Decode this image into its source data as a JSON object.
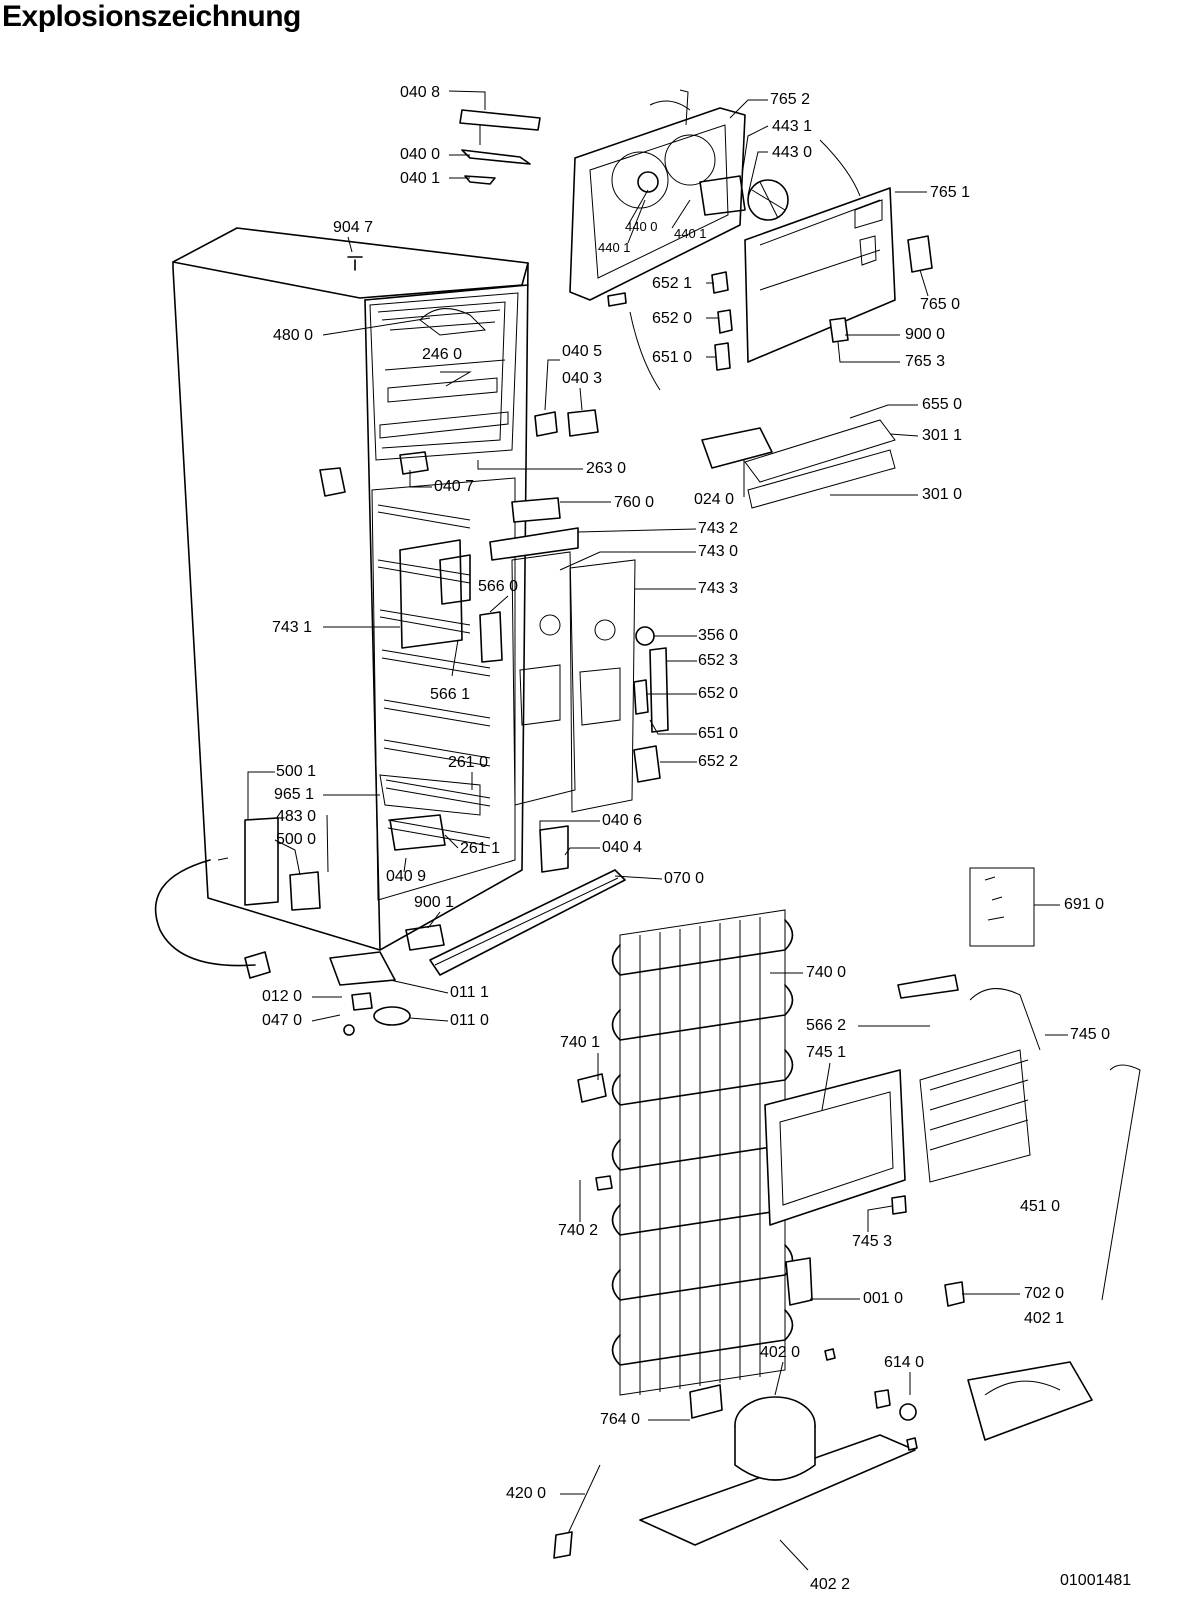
{
  "title": "Explosionszeichnung",
  "document_number": "01001481",
  "part_labels": [
    {
      "id": "040_8",
      "text": "040 8"
    },
    {
      "id": "040_0",
      "text": "040 0"
    },
    {
      "id": "040_1",
      "text": "040 1"
    },
    {
      "id": "765_2",
      "text": "765 2"
    },
    {
      "id": "443_1",
      "text": "443 1"
    },
    {
      "id": "443_0",
      "text": "443 0"
    },
    {
      "id": "765_1",
      "text": "765 1"
    },
    {
      "id": "440_0",
      "text": "440 0"
    },
    {
      "id": "440_1a",
      "text": "440 1"
    },
    {
      "id": "440_1b",
      "text": "440 1"
    },
    {
      "id": "904_7",
      "text": "904 7"
    },
    {
      "id": "652_1",
      "text": "652 1"
    },
    {
      "id": "765_0",
      "text": "765 0"
    },
    {
      "id": "652_0a",
      "text": "652 0"
    },
    {
      "id": "900_0",
      "text": "900 0"
    },
    {
      "id": "480_0",
      "text": "480 0"
    },
    {
      "id": "651_0a",
      "text": "651 0"
    },
    {
      "id": "765_3",
      "text": "765 3"
    },
    {
      "id": "040_5",
      "text": "040 5"
    },
    {
      "id": "246_0",
      "text": "246 0"
    },
    {
      "id": "040_3",
      "text": "040 3"
    },
    {
      "id": "655_0",
      "text": "655 0"
    },
    {
      "id": "301_1",
      "text": "301 1"
    },
    {
      "id": "263_0",
      "text": "263 0"
    },
    {
      "id": "040_7",
      "text": "040 7"
    },
    {
      "id": "024_0",
      "text": "024 0"
    },
    {
      "id": "301_0",
      "text": "301 0"
    },
    {
      "id": "760_0",
      "text": "760 0"
    },
    {
      "id": "743_2",
      "text": "743 2"
    },
    {
      "id": "743_0",
      "text": "743 0"
    },
    {
      "id": "566_0",
      "text": "566 0"
    },
    {
      "id": "743_3",
      "text": "743 3"
    },
    {
      "id": "743_1",
      "text": "743 1"
    },
    {
      "id": "356_0",
      "text": "356 0"
    },
    {
      "id": "652_3",
      "text": "652 3"
    },
    {
      "id": "566_1",
      "text": "566 1"
    },
    {
      "id": "652_0b",
      "text": "652 0"
    },
    {
      "id": "651_0b",
      "text": "651 0"
    },
    {
      "id": "261_0",
      "text": "261 0"
    },
    {
      "id": "652_2",
      "text": "652 2"
    },
    {
      "id": "500_1",
      "text": "500 1"
    },
    {
      "id": "965_1",
      "text": "965 1"
    },
    {
      "id": "483_0",
      "text": "483 0"
    },
    {
      "id": "040_6",
      "text": "040 6"
    },
    {
      "id": "500_0",
      "text": "500 0"
    },
    {
      "id": "261_1",
      "text": "261 1"
    },
    {
      "id": "040_4",
      "text": "040 4"
    },
    {
      "id": "040_9",
      "text": "040 9"
    },
    {
      "id": "070_0",
      "text": "070 0"
    },
    {
      "id": "691_0",
      "text": "691 0"
    },
    {
      "id": "900_1",
      "text": "900 1"
    },
    {
      "id": "740_0",
      "text": "740 0"
    },
    {
      "id": "012_0",
      "text": "012 0"
    },
    {
      "id": "011_1",
      "text": "011 1"
    },
    {
      "id": "047_0",
      "text": "047 0"
    },
    {
      "id": "011_0",
      "text": "011 0"
    },
    {
      "id": "566_2",
      "text": "566 2"
    },
    {
      "id": "745_0",
      "text": "745 0"
    },
    {
      "id": "740_1",
      "text": "740 1"
    },
    {
      "id": "745_1",
      "text": "745 1"
    },
    {
      "id": "451_0",
      "text": "451 0"
    },
    {
      "id": "740_2",
      "text": "740 2"
    },
    {
      "id": "745_3",
      "text": "745 3"
    },
    {
      "id": "001_0",
      "text": "001 0"
    },
    {
      "id": "702_0",
      "text": "702 0"
    },
    {
      "id": "402_1",
      "text": "402 1"
    },
    {
      "id": "402_0",
      "text": "402 0"
    },
    {
      "id": "614_0",
      "text": "614 0"
    },
    {
      "id": "764_0",
      "text": "764 0"
    },
    {
      "id": "420_0",
      "text": "420 0"
    },
    {
      "id": "402_2",
      "text": "402 2"
    }
  ]
}
